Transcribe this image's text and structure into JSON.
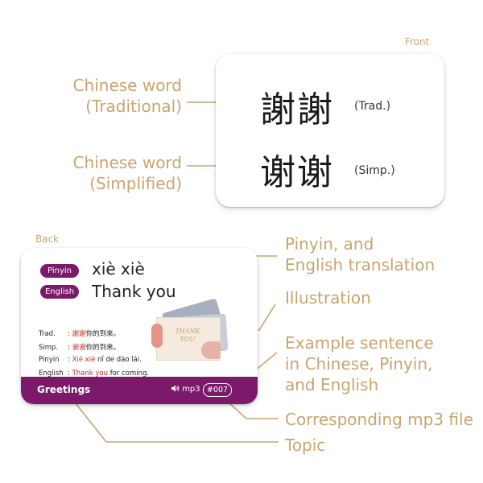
{
  "front": {
    "caption": "Front",
    "traditional_chars": "謝謝",
    "traditional_tag": "(Trad.)",
    "simplified_chars": "谢谢",
    "simplified_tag": "(Simp.)"
  },
  "back": {
    "caption": "Back",
    "pinyin_pill": "Pinyin",
    "pinyin_value": "xiè xiè",
    "english_pill": "English",
    "english_value": "Thank you",
    "examples": {
      "trad_label": "Trad.",
      "trad_highlight": "謝謝",
      "trad_rest": "你的到來。",
      "simp_label": "Simp.",
      "simp_highlight": "谢谢",
      "simp_rest": "你的到来。",
      "pinyin_label": "Pinyin",
      "pinyin_highlight": "Xiè xiè",
      "pinyin_rest": " nǐ de dào lái.",
      "english_label": "English",
      "english_highlight": "Thank you",
      "english_rest": " for coming."
    },
    "illustration_text_1": "THANK",
    "illustration_text_2": "YOU",
    "topic": "Greetings",
    "mp3_label": "mp3",
    "mp3_number": "#007"
  },
  "annotations": {
    "traditional_1": "Chinese word",
    "traditional_2": "(Traditional)",
    "simplified_1": "Chinese word",
    "simplified_2": "(Simplified)",
    "pinyin_1": "Pinyin, and",
    "pinyin_2": "English translation",
    "illustration": "Illustration",
    "example_1": "Example sentence",
    "example_2": "in Chinese, Pinyin,",
    "example_3": "and English",
    "mp3": "Corresponding mp3 file",
    "topic": "Topic"
  },
  "colors": {
    "accent_gold": "#c9a46e",
    "card_purple": "#7b1a6b",
    "highlight_red": "#c42b2b"
  },
  "icons": {
    "speaker": "speaker-icon"
  }
}
